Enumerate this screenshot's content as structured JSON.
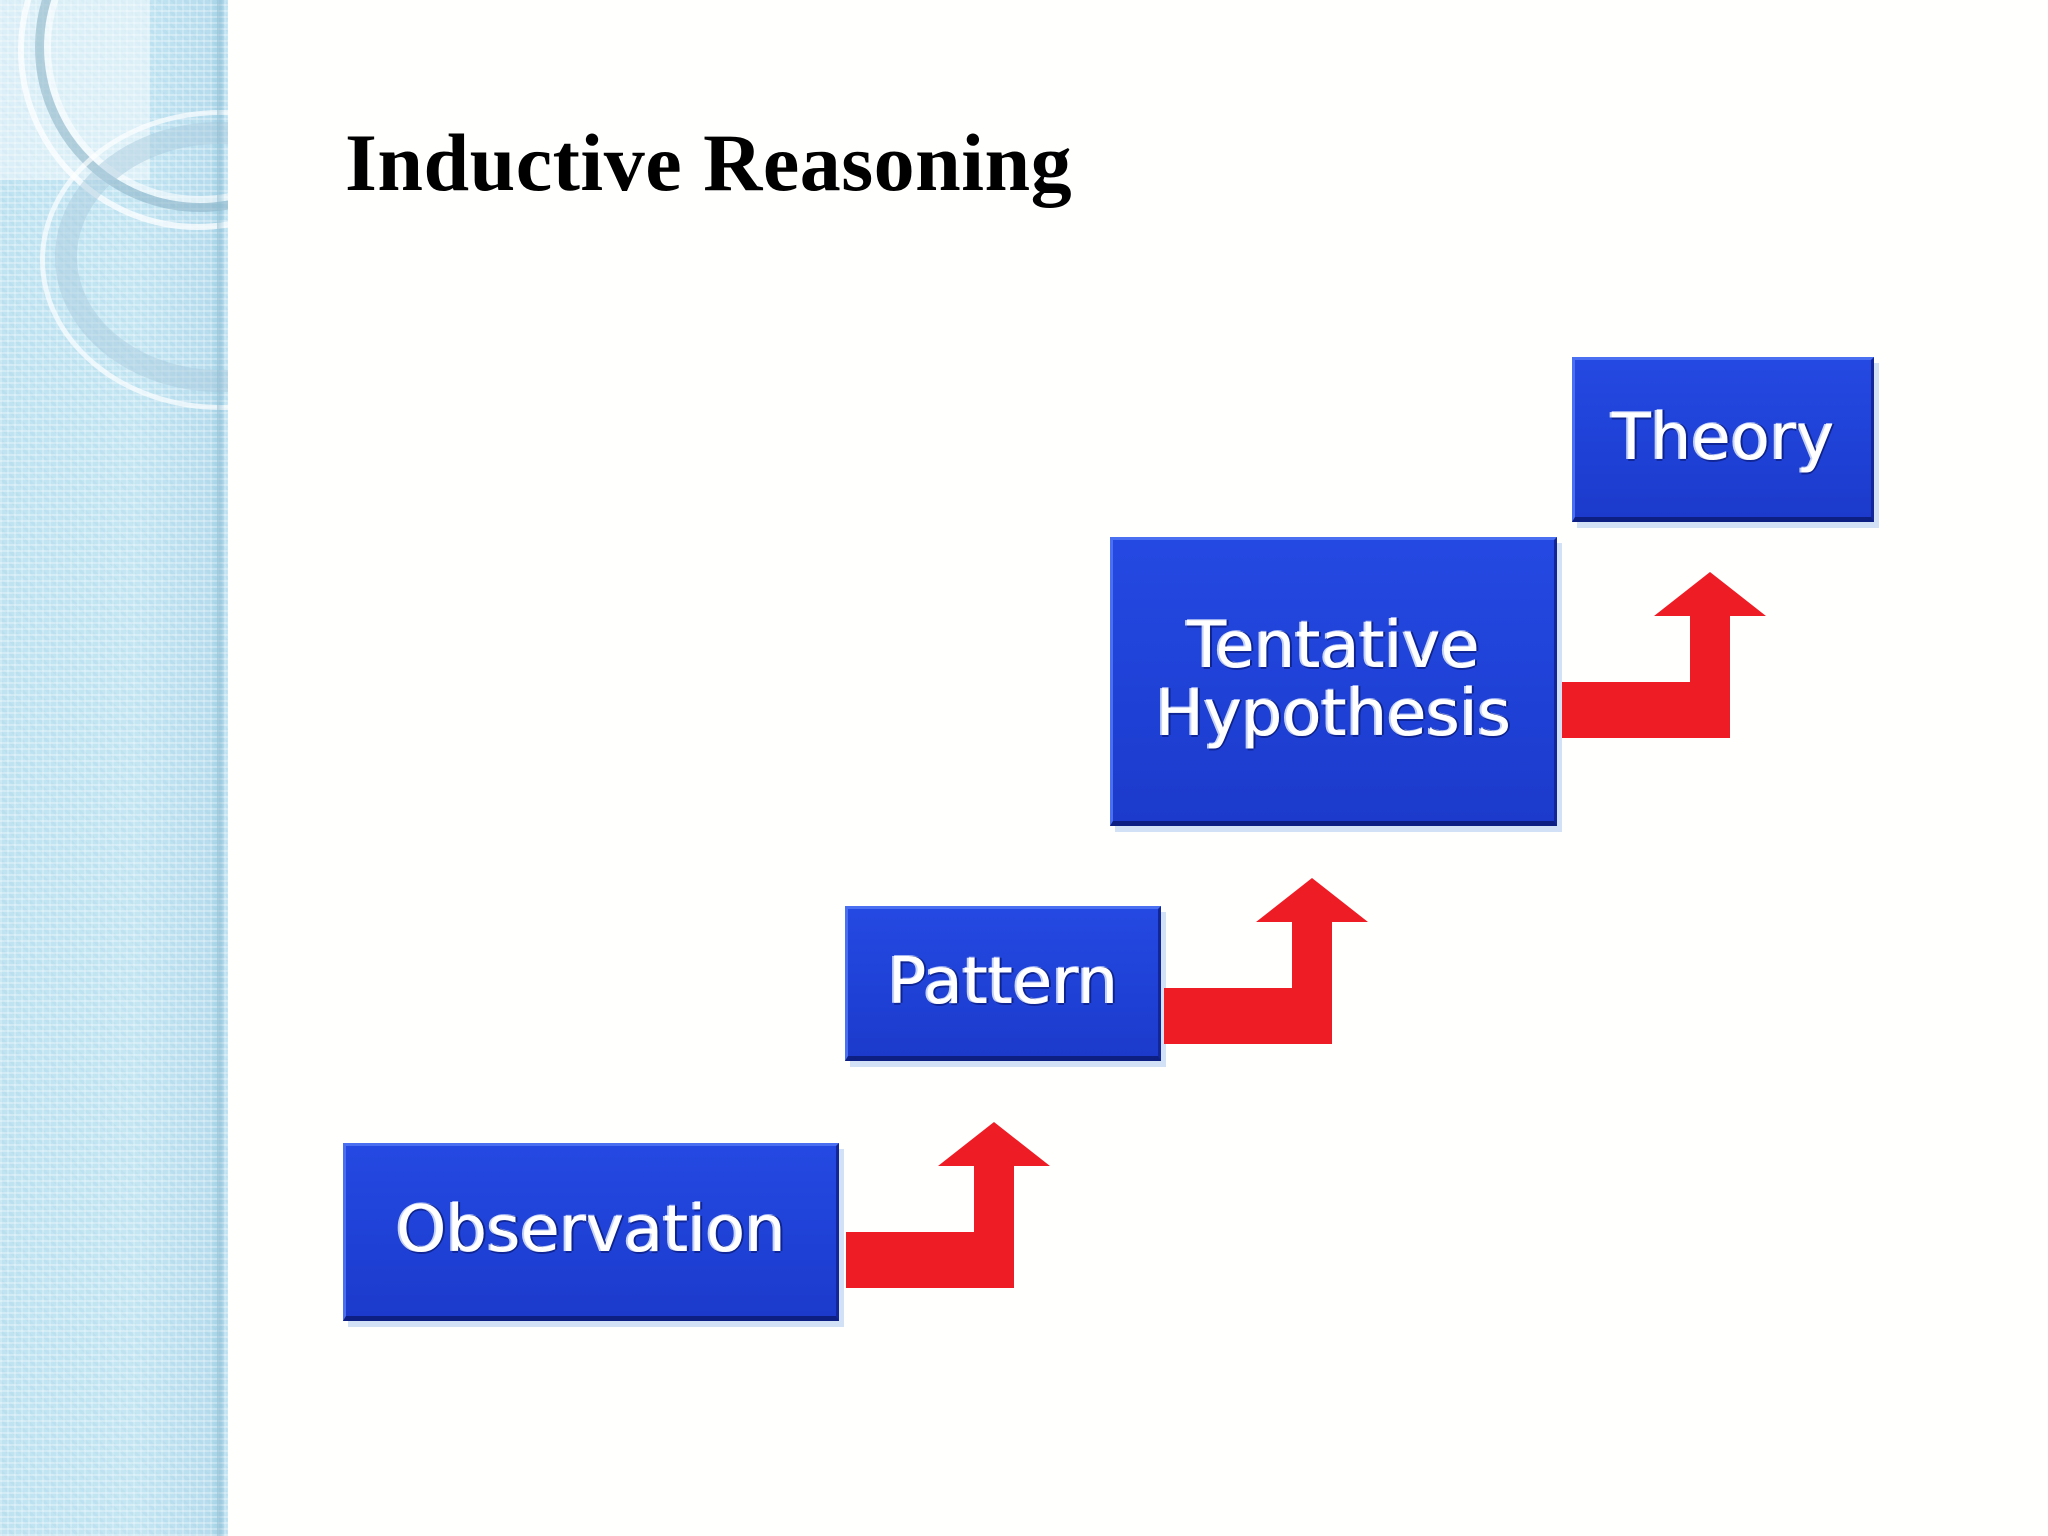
{
  "slide": {
    "title": "Inductive Reasoning",
    "background_color": "#ffffff",
    "sidebar": {
      "name": "decorative-band",
      "color": "#c2e4f2",
      "accent_color": "#8cb7ca"
    }
  },
  "diagram": {
    "type": "flow-staircase",
    "direction": "bottom-left to top-right",
    "node_fill_color": "#1f44da",
    "node_text_color": "#ffffff",
    "arrow_color": "#ee1c25",
    "nodes": [
      {
        "id": "observation",
        "label": "Observation",
        "step": 1
      },
      {
        "id": "pattern",
        "label": "Pattern",
        "step": 2
      },
      {
        "id": "hypothesis",
        "label": "Tentative\nHypothesis",
        "step": 3
      },
      {
        "id": "theory",
        "label": "Theory",
        "step": 4
      }
    ],
    "arrows": [
      {
        "id": "arrow-1",
        "from": "observation",
        "to": "pattern",
        "shape": "elbow-up-arrow"
      },
      {
        "id": "arrow-2",
        "from": "pattern",
        "to": "hypothesis",
        "shape": "elbow-up-arrow"
      },
      {
        "id": "arrow-3",
        "from": "hypothesis",
        "to": "theory",
        "shape": "elbow-up-arrow"
      }
    ]
  }
}
